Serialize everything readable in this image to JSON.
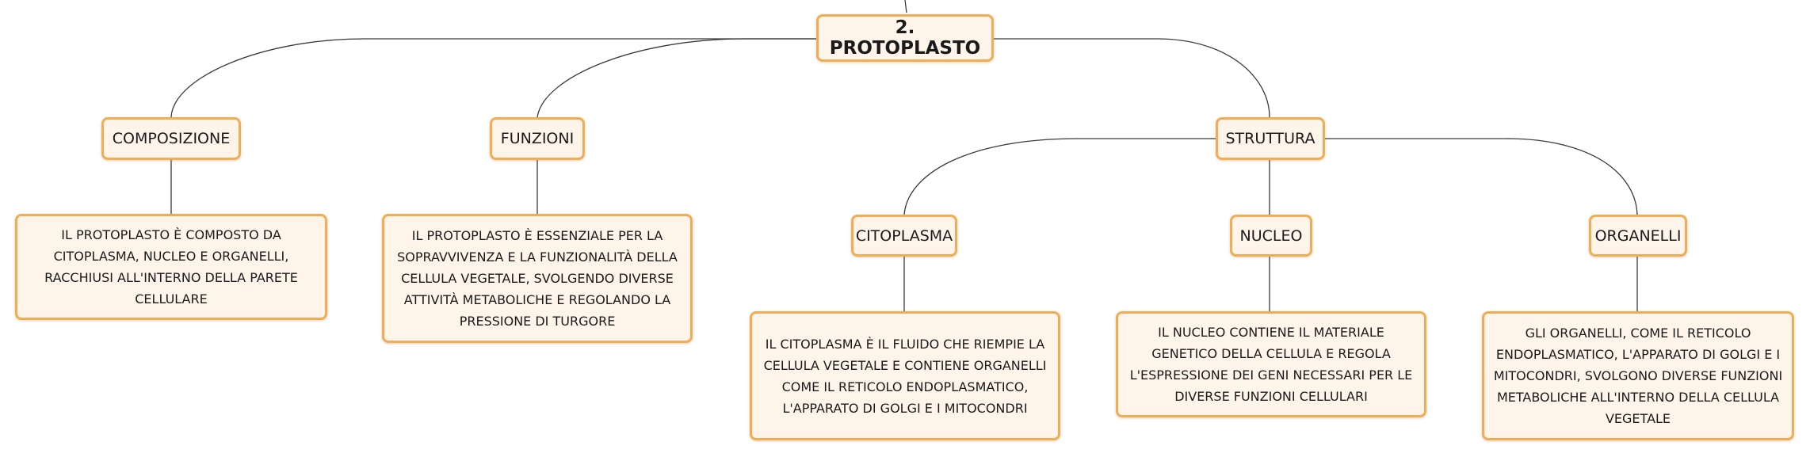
{
  "root": {
    "label": "2. PROTOPLASTO"
  },
  "topics": {
    "composizione": {
      "label": "COMPOSIZIONE",
      "text": "IL PROTOPLASTO È COMPOSTO DA CITOPLASMA, NUCLEO E ORGANELLI, RACCHIUSI ALL'INTERNO DELLA PARETE CELLULARE"
    },
    "funzioni": {
      "label": "FUNZIONI",
      "text": "IL PROTOPLASTO È ESSENZIALE PER LA SOPRAVVIVENZA E LA FUNZIONALITÀ DELLA CELLULA VEGETALE, SVOLGENDO DIVERSE ATTIVITÀ METABOLICHE E REGOLANDO LA PRESSIONE DI TURGORE"
    },
    "struttura": {
      "label": "STRUTTURA",
      "citoplasma": {
        "label": "CITOPLASMA",
        "text": "IL CITOPLASMA È IL FLUIDO CHE RIEMPIE LA CELLULA VEGETALE E CONTIENE ORGANELLI COME IL RETICOLO ENDOPLASMATICO, L'APPARATO DI GOLGI E I MITOCONDRI"
      },
      "nucleo": {
        "label": "NUCLEO",
        "text": "IL NUCLEO CONTIENE IL MATERIALE GENETICO DELLA CELLULA E REGOLA L'ESPRESSIONE DEI GENI NECESSARI PER LE DIVERSE FUNZIONI CELLULARI"
      },
      "organelli": {
        "label": "ORGANELLI",
        "text": "GLI ORGANELLI, COME IL RETICOLO ENDOPLASMATICO, L'APPARATO DI GOLGI E I MITOCONDRI, SVOLGONO DIVERSE FUNZIONI METABOLICHE ALL'INTERNO DELLA CELLULA VEGETALE"
      }
    }
  }
}
